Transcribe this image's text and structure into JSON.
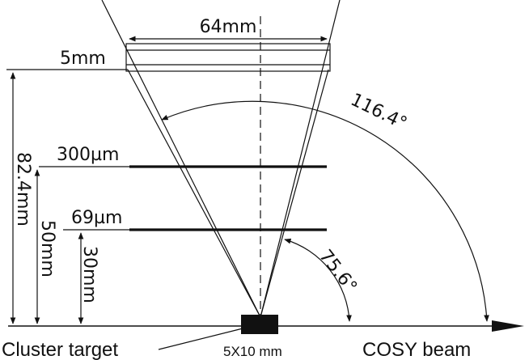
{
  "diagram": {
    "labels": {
      "width_top": "64mm",
      "thickness_top": "5mm",
      "layer_upper": "300µm",
      "layer_lower": "69µm",
      "dist_total": "82.4mm",
      "dist_upper": "50mm",
      "dist_lower": "30mm",
      "angle_outer": "116.4°",
      "angle_inner": "75.6°",
      "target_label": "Cluster target",
      "target_size": "5X10 mm",
      "beam_label": "COSY beam"
    }
  }
}
